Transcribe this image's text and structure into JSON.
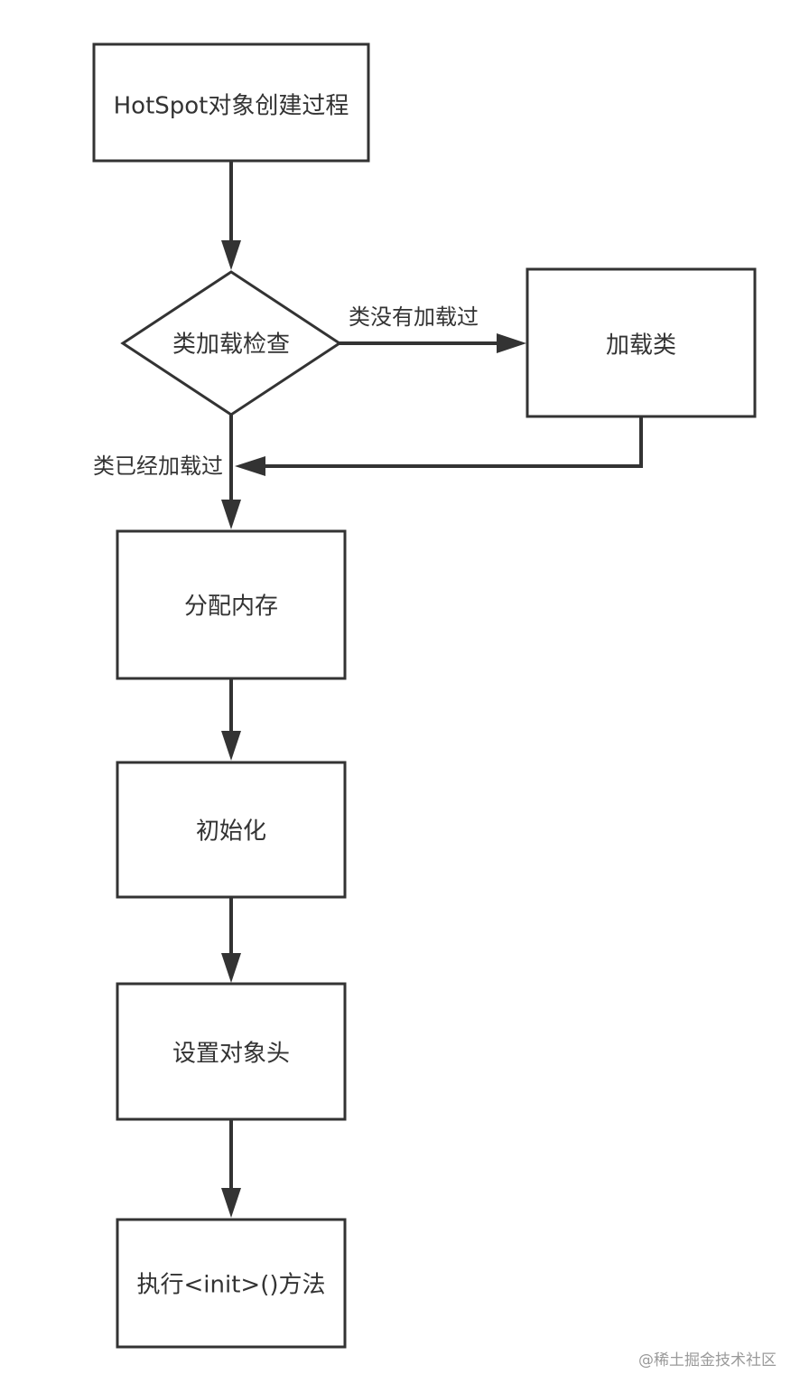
{
  "nodes": {
    "start": "HotSpot对象创建过程",
    "check": "类加载检查",
    "load": "加载类",
    "alloc": "分配内存",
    "init": "初始化",
    "header": "设置对象头",
    "exec": "执行<init>()方法"
  },
  "edges": {
    "not_loaded": "类没有加载过",
    "loaded": "类已经加载过"
  },
  "watermark": "@稀土掘金技术社区",
  "colors": {
    "stroke": "#333333",
    "background": "#ffffff"
  }
}
